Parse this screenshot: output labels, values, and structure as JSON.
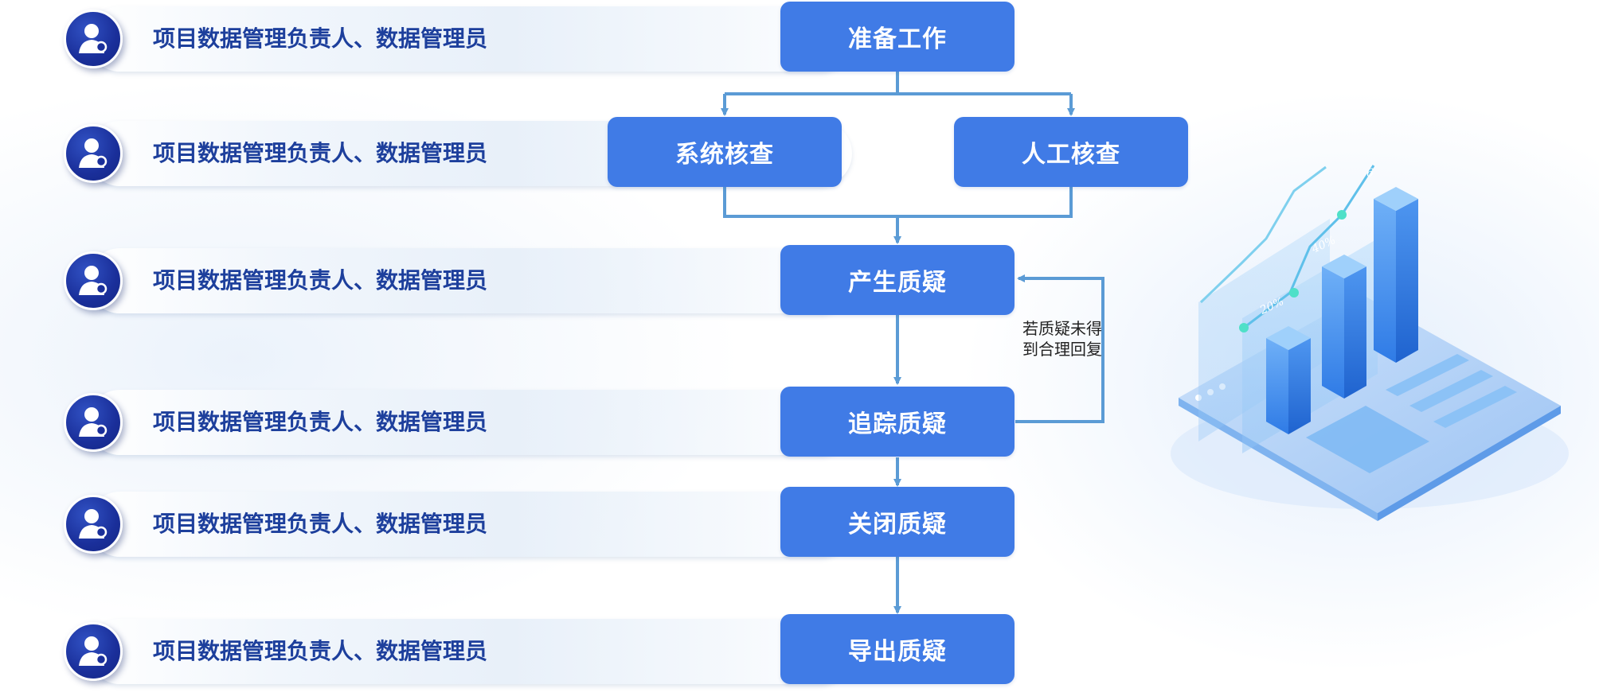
{
  "roles": [
    "项目数据管理负责人、数据管理员",
    "项目数据管理负责人、数据管理员",
    "项目数据管理负责人、数据管理员",
    "项目数据管理负责人、数据管理员",
    "项目数据管理负责人、数据管理员",
    "项目数据管理负责人、数据管理员"
  ],
  "steps": {
    "prepare": "准备工作",
    "system_check": "系统核查",
    "manual_check": "人工核查",
    "raise_query": "产生质疑",
    "track_query": "追踪质疑",
    "close_query": "关闭质疑",
    "export_query": "导出质疑"
  },
  "loop_note": "若质疑未得到合理回复",
  "illustration": {
    "labels": [
      "20%",
      "40%",
      "6"
    ]
  },
  "colors": {
    "step_fill": "#407be6",
    "role_text": "#1d3f9c",
    "avatar": "#1a2f9a",
    "connector": "#5b9bd5"
  }
}
